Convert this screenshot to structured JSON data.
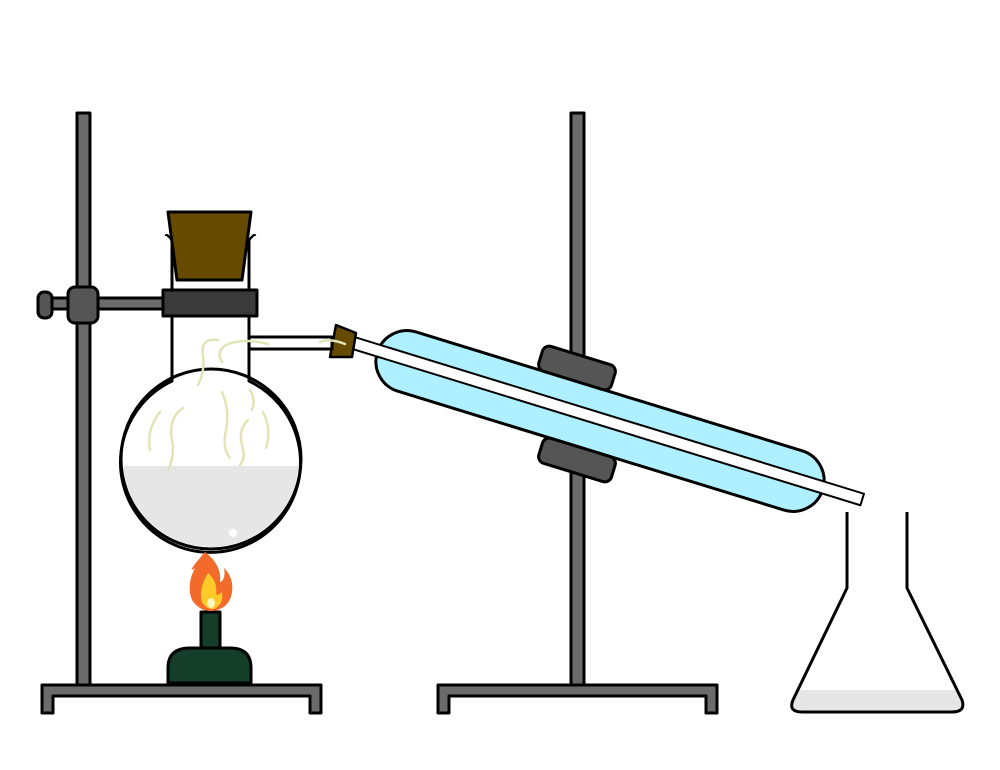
{
  "diagram": {
    "subject": "distillation-apparatus",
    "components": [
      "left-stand",
      "right-stand",
      "clamp",
      "round-bottom-flask",
      "stopper",
      "side-arm",
      "condenser",
      "condenser-clamp",
      "bunsen-burner",
      "flame",
      "erlenmeyer-flask"
    ],
    "colors": {
      "stand": "#6b6b6b",
      "clamp": "#3a3a3a",
      "stopper": "#654a00",
      "condenser": "#aef0ff",
      "liquid": "#e6e6e6",
      "vapor": "#e3e3b8",
      "burner": "#143d2a",
      "flame_outer": "#f26b2a",
      "flame_inner": "#ffc928"
    }
  }
}
